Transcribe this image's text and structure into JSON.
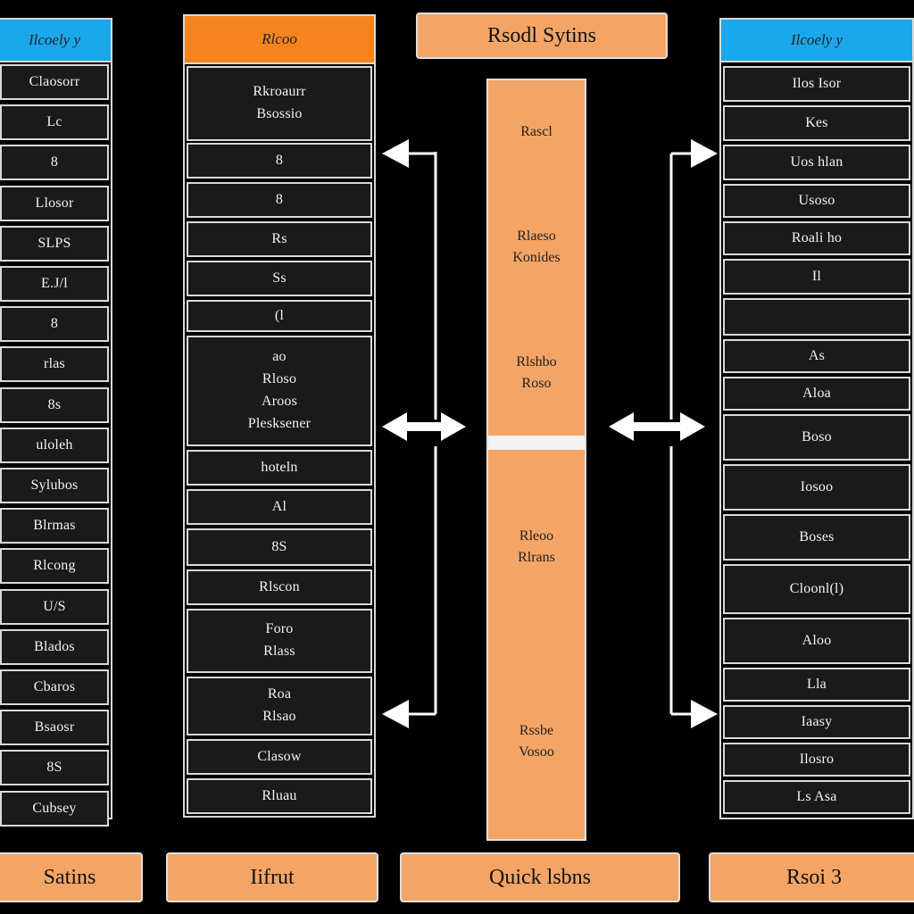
{
  "title": "Rsodl Sytins",
  "left_column": {
    "header": "Ilcoely y",
    "rows": [
      "Claosorr",
      "Lc",
      "8",
      "Llosor",
      "SLPS",
      "E.J/l",
      "8",
      "rlas",
      "8s",
      "uloleh",
      "Sylubos",
      "Blrmas",
      "Rlcong",
      "U/S",
      "Blados",
      "Cbaros",
      "Bsaosr",
      "8S",
      "Cubsey"
    ]
  },
  "mid_left_column": {
    "header": "Rlcoo",
    "rows": [
      [
        "Rkroaurr",
        "Bsossio"
      ],
      [
        "8"
      ],
      [
        "8"
      ],
      [
        "Rs"
      ],
      [
        "Ss"
      ],
      [
        "(l"
      ],
      [
        "ao",
        "Rloso",
        "Aroos",
        "Plesksener"
      ],
      [
        "hoteln"
      ],
      [
        "Al"
      ],
      [
        "8S"
      ],
      [
        "Rlscon"
      ],
      [
        "Foro",
        "Rlass"
      ],
      [
        "Roa",
        "Rlsao"
      ],
      [
        "Clasow"
      ],
      [
        "Rluau"
      ]
    ]
  },
  "core": {
    "top_labels": [
      [
        "Rascl"
      ],
      [
        "Rlaeso",
        "Konides"
      ],
      [
        "Rlshbo",
        "Roso"
      ]
    ],
    "bottom_labels": [
      [
        "Rleoo",
        "Rlrans"
      ],
      [
        "Rssbe",
        "Vosoo"
      ]
    ]
  },
  "mid_right_column": {
    "header": "Ilcoely y",
    "rows": [
      "Ilos Isor",
      "Kes",
      "Uos hlan",
      "Usoso",
      "Roali ho",
      "Il",
      "",
      "As",
      "Aloa",
      "Boso",
      "Iosoo",
      "Boses",
      "Cloonl(l)",
      "Aloo",
      "Lla",
      "Iaasy",
      "Ilosro",
      "Ls Asa"
    ]
  },
  "footer": {
    "buttons": [
      "Satins",
      "Iifrut",
      "Quick lsbns",
      "Rsoi 3"
    ]
  },
  "colors": {
    "orange_header": "#f5841f",
    "blue_header": "#1aa7ec",
    "orange_box": "#f4a566",
    "background": "#000000",
    "cell": "#1a1a1a"
  }
}
